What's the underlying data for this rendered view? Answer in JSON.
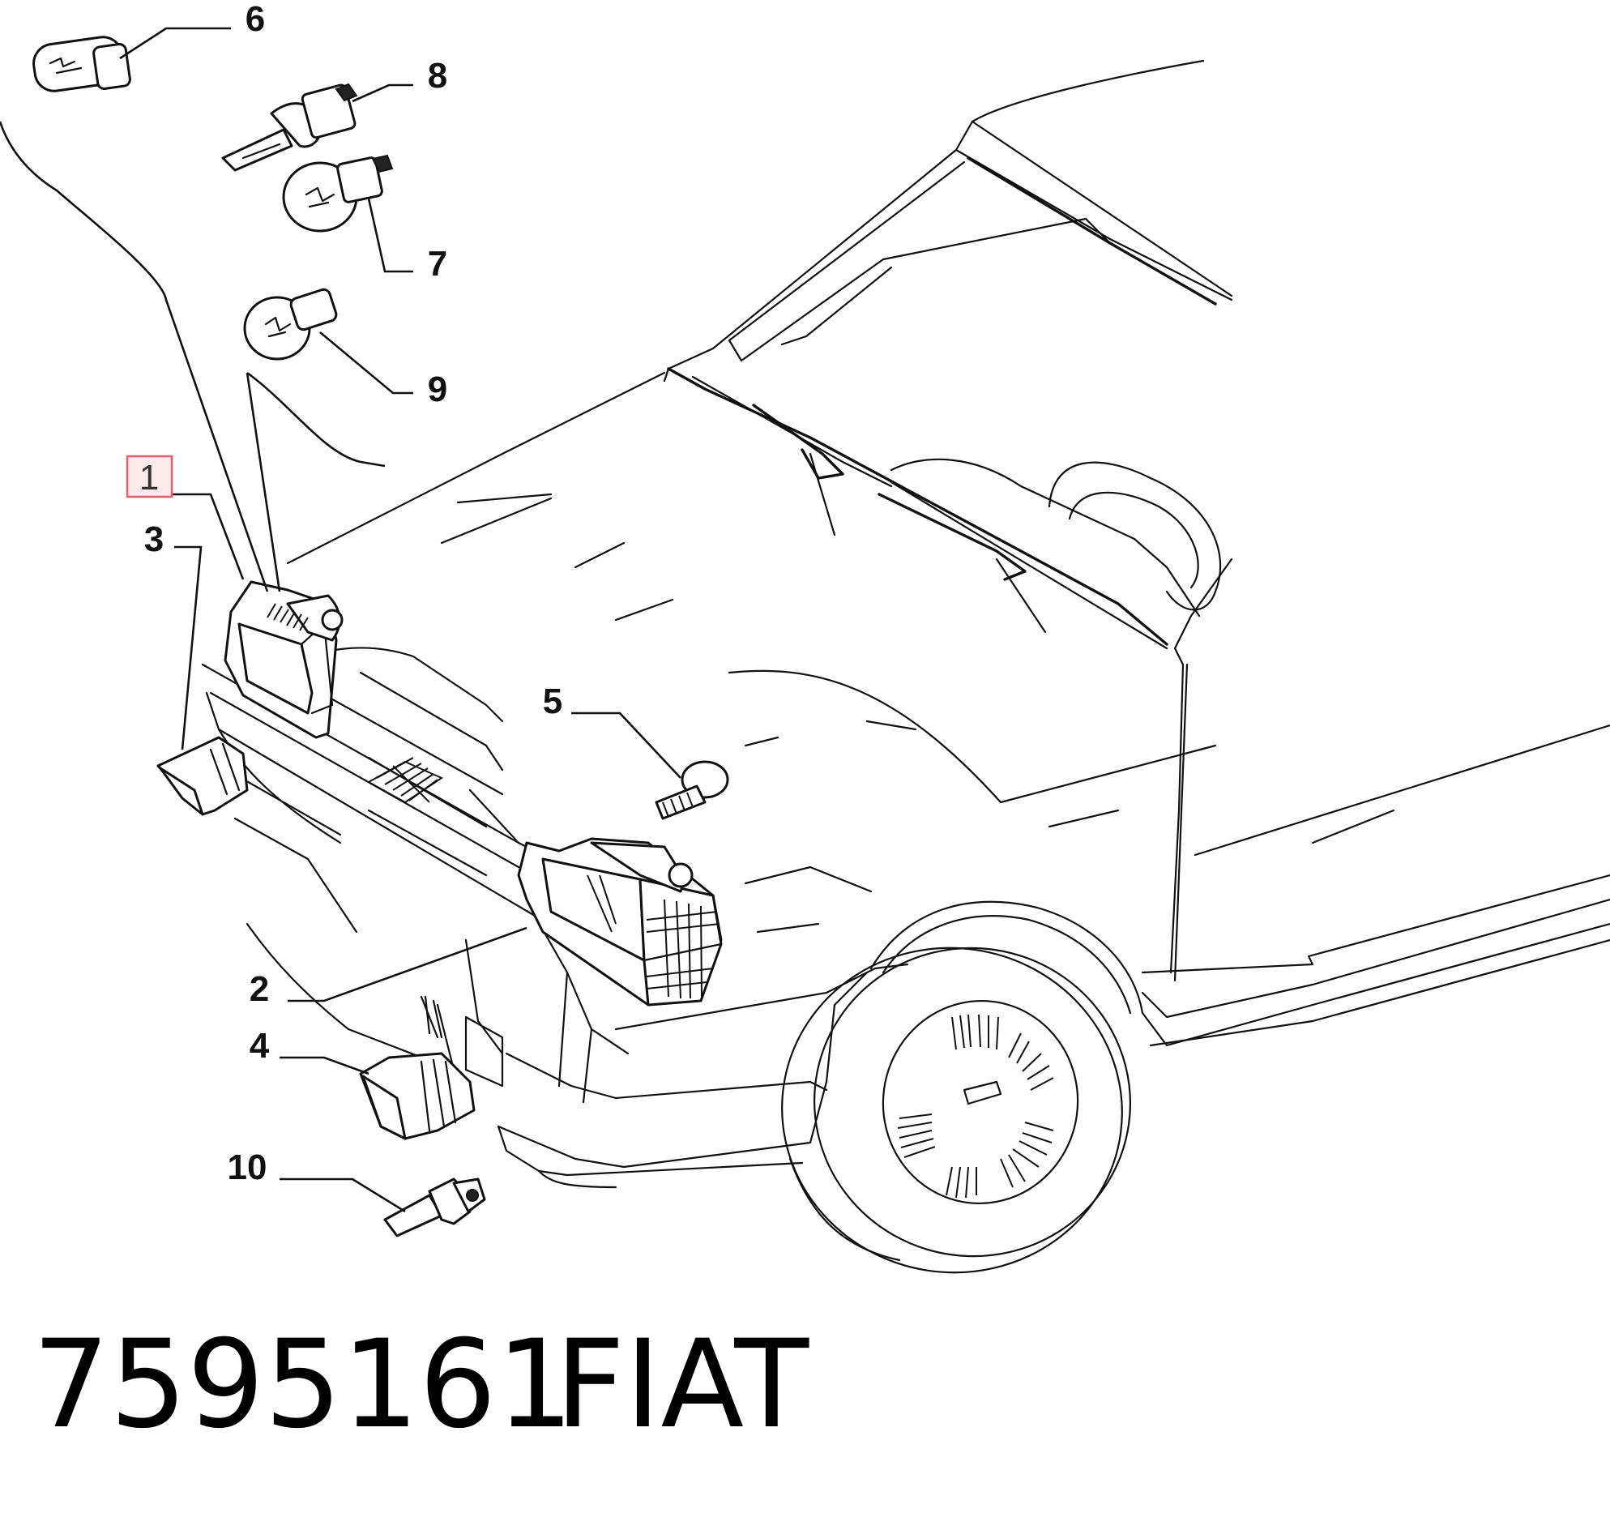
{
  "callouts": {
    "c1": "1",
    "c2": "2",
    "c3": "3",
    "c4": "4",
    "c5": "5",
    "c6": "6",
    "c7": "7",
    "c8": "8",
    "c9": "9",
    "c10": "10"
  },
  "highlighted_callout": "1",
  "caption": {
    "part_number": "7595161",
    "brand": "FIAT"
  },
  "colors": {
    "highlight_border": "#e06070",
    "highlight_fill": "#fde8ea",
    "line": "#111111"
  }
}
